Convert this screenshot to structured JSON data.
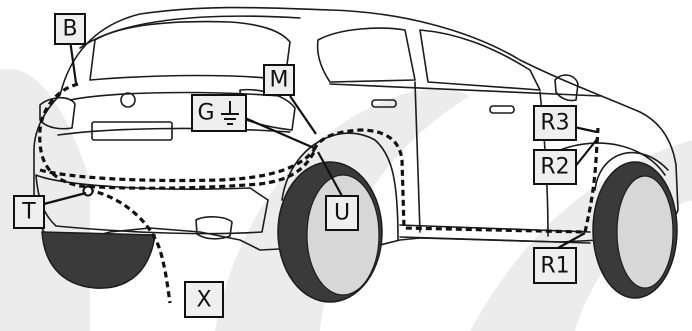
{
  "callouts": {
    "B": "B",
    "M": "M",
    "G": "G",
    "T": "T",
    "U": "U",
    "X": "X",
    "R1": "R1",
    "R2": "R2",
    "R3": "R3"
  },
  "colors": {
    "outline": "#1c1c1c",
    "tire": "#3a3a3a",
    "panel_light": "#f4f4f4",
    "panel_shade": "#dcdcdc",
    "backdrop_swoosh": "#e9e9e9",
    "label_fill": "#efefef"
  },
  "icons": [
    "ground-symbol-icon"
  ]
}
